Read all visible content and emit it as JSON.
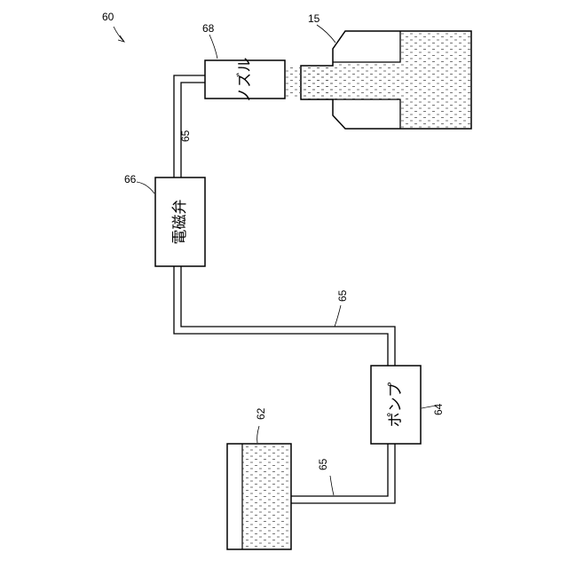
{
  "figure": {
    "system_ref": "60",
    "target_ref": "15",
    "nozzle": {
      "ref": "68",
      "label": "ノズル"
    },
    "valve": {
      "ref": "66",
      "label": "電磁弁"
    },
    "pump": {
      "ref": "64",
      "label": "ポンプ"
    },
    "tank": {
      "ref": "62"
    },
    "pipe_refs": [
      "65",
      "65",
      "65"
    ]
  },
  "colors": {
    "line": "#000000",
    "background": "#ffffff",
    "liquid_dash": "#555555"
  }
}
